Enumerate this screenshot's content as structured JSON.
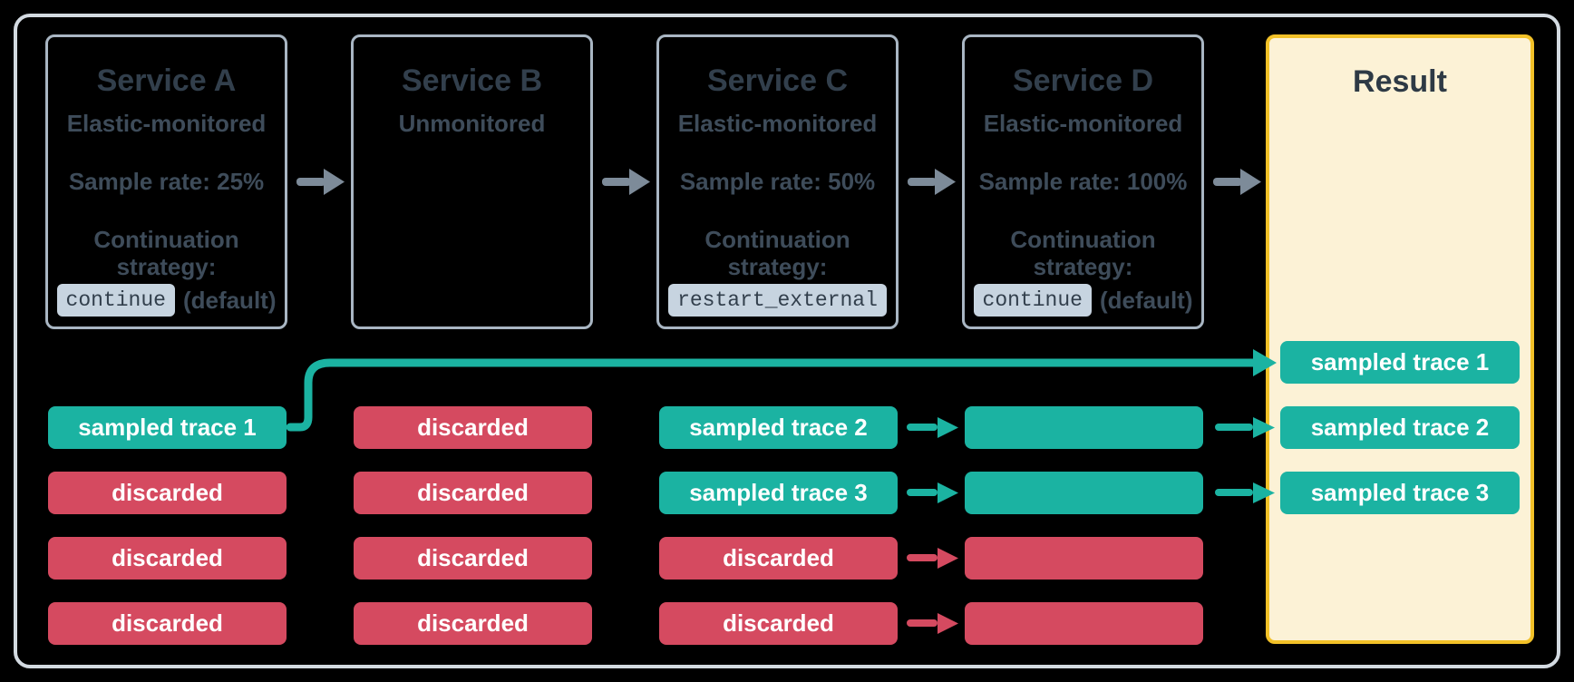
{
  "services": [
    {
      "title": "Service A",
      "subtitle": "Elastic-monitored",
      "sample_rate": "Sample rate: 25%",
      "continuation_label_line1": "Continuation",
      "continuation_label_line2": "strategy:",
      "strategy_value": "continue",
      "strategy_suffix": "(default)"
    },
    {
      "title": "Service B",
      "subtitle": "Unmonitored"
    },
    {
      "title": "Service C",
      "subtitle": "Elastic-monitored",
      "sample_rate": "Sample rate: 50%",
      "continuation_label_line1": "Continuation",
      "continuation_label_line2": "strategy:",
      "strategy_value": "restart_external",
      "strategy_suffix": ""
    },
    {
      "title": "Service D",
      "subtitle": "Elastic-monitored",
      "sample_rate": "Sample rate: 100%",
      "continuation_label_line1": "Continuation",
      "continuation_label_line2": "strategy:",
      "strategy_value": "continue",
      "strategy_suffix": "(default)"
    }
  ],
  "columns": [
    {
      "service": "Service A",
      "pills": [
        {
          "label": "sampled trace 1",
          "kind": "sampled"
        },
        {
          "label": "discarded",
          "kind": "discarded"
        },
        {
          "label": "discarded",
          "kind": "discarded"
        },
        {
          "label": "discarded",
          "kind": "discarded"
        }
      ]
    },
    {
      "service": "Service B",
      "pills": [
        {
          "label": "discarded",
          "kind": "discarded"
        },
        {
          "label": "discarded",
          "kind": "discarded"
        },
        {
          "label": "discarded",
          "kind": "discarded"
        },
        {
          "label": "discarded",
          "kind": "discarded"
        }
      ]
    },
    {
      "service": "Service C",
      "pills": [
        {
          "label": "sampled trace 2",
          "kind": "sampled",
          "arrow_to_next": true
        },
        {
          "label": "sampled trace 3",
          "kind": "sampled",
          "arrow_to_next": true
        },
        {
          "label": "discarded",
          "kind": "discarded",
          "arrow_to_next": true
        },
        {
          "label": "discarded",
          "kind": "discarded",
          "arrow_to_next": true
        }
      ]
    },
    {
      "service": "Service D",
      "pills": [
        {
          "label": "",
          "kind": "sampled",
          "arrow_to_result": true
        },
        {
          "label": "",
          "kind": "sampled",
          "arrow_to_result": true
        },
        {
          "label": "",
          "kind": "discarded",
          "arrow_to_result": false
        },
        {
          "label": "",
          "kind": "discarded",
          "arrow_to_result": false
        }
      ]
    }
  ],
  "result": {
    "title": "Result",
    "pills": [
      {
        "label": "sampled trace 1",
        "kind": "sampled"
      },
      {
        "label": "sampled trace 2",
        "kind": "sampled"
      },
      {
        "label": "sampled trace 3",
        "kind": "sampled"
      }
    ]
  },
  "connector": {
    "from": "Service A / sampled trace 1",
    "to": "Result / sampled trace 1"
  },
  "service_chain_arrows": [
    "Service A → Service B",
    "Service B → Service C",
    "Service C → Service D",
    "Service D → Result"
  ],
  "colors": {
    "teal": "#1BB3A2",
    "red": "#D54A60",
    "gold_border": "#F2C128",
    "cream_fill": "#FCF2D6",
    "title_text": "#323F4C",
    "body_text": "#3E4C5A",
    "box_border": "#A9B6C3",
    "outer_border": "#D3DAE1",
    "arrow_gray": "#7D8B99",
    "chip_bg": "#C7D4E0",
    "pill_text": "#FFFFFF",
    "background": "#000000"
  }
}
